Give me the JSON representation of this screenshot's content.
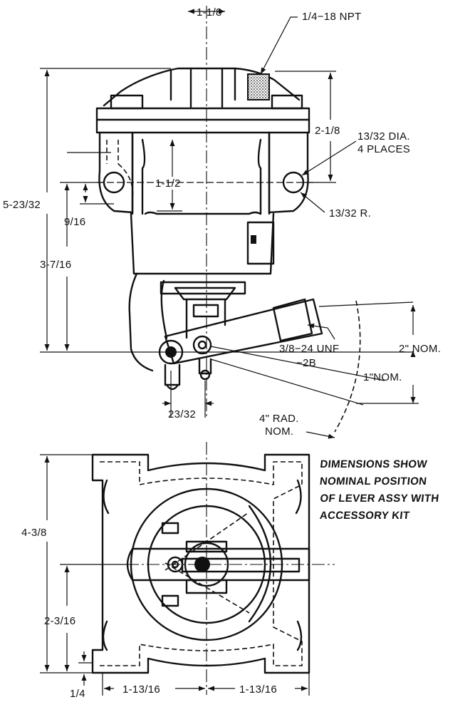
{
  "drawing": {
    "colors": {
      "ink": "#111111",
      "paper": "#ffffff"
    },
    "top_view": {
      "dims": {
        "top_width": "1-1/8",
        "port_thread": "1/4−18 NPT",
        "overall_height": "5-23/32",
        "mount_height": "3-7/16",
        "lower_offset": "9/16",
        "hole_offset": "1-1/2",
        "flange_height": "2-1/8",
        "hole_dia_line1": "13/32 DIA.",
        "hole_dia_line2": "4 PLACES",
        "hole_radius": "13/32 R.",
        "lever_thread_line1": "3/8−24 UNF",
        "lever_thread_line2": "−2B",
        "lever_travel_up": "2\" NOM.",
        "lever_travel_down": "1\"NOM.",
        "pivot_offset": "23/32",
        "lever_radius_line1": "4\" RAD.",
        "lever_radius_line2": "NOM."
      }
    },
    "note": {
      "line1": "DIMENSIONS SHOW",
      "line2": "NOMINAL POSITION",
      "line3": "OF LEVER ASSY WITH",
      "line4": "ACCESSORY KIT"
    },
    "bottom_view": {
      "dims": {
        "overall_height": "4-3/8",
        "center_height": "2-3/16",
        "base_offset": "1/4",
        "half_width_left": "1-13/16",
        "half_width_right": "1-13/16"
      }
    }
  }
}
